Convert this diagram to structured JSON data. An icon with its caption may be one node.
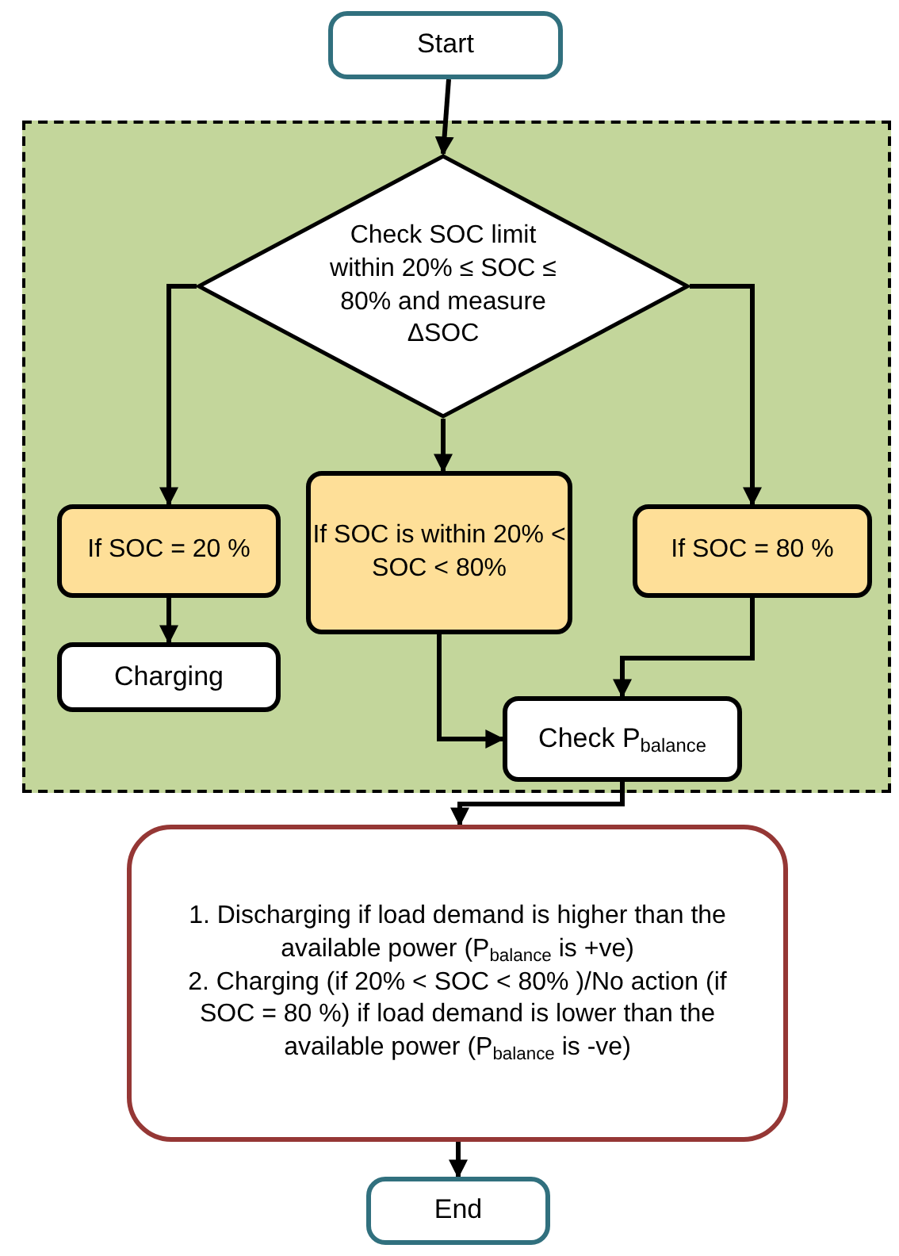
{
  "diagram": {
    "nodes": [
      {
        "text": [
          "Start"
        ]
      },
      {
        "text": [],
        "shape": "box"
      },
      {
        "text": [
          "Check SOC limit within 20% ≤  SOC ≤  80% and measure ΔSOC"
        ],
        "in": 1
      },
      {
        "text": [
          "If SOC = 20 %"
        ],
        "in": 1
      },
      {
        "text": [
          "If SOC is within 20% < SOC < 80%"
        ],
        "in": 1
      },
      {
        "text": [
          "If SOC =  80 %"
        ],
        "in": 1
      },
      {
        "text": [
          "Charging"
        ],
        "in": 1
      },
      {
        "text": [
          "Check P$_{balance}$"
        ],
        "in": 1
      },
      {
        "text": [
          "1. Discharging if load demand is higher than the available power (P$_{balance}$ is +ve)",
          "2. Charging (if 20% < SOC < 80% )/No action (if SOC =  80 %) if load demand is lower than the available power (P$_{balance}$ is -ve)"
        ]
      },
      {
        "text": [
          "End"
        ]
      }
    ],
    "edges": [
      {
        "from": 0,
        "to": 2,
        "arrow": "to"
      },
      {
        "from": 2,
        "to": 3,
        "arrow": "to"
      },
      {
        "from": 2,
        "to": 4,
        "arrow": "to"
      },
      {
        "from": 2,
        "to": 5,
        "arrow": "to"
      },
      {
        "from": 3,
        "to": 6,
        "arrow": "to"
      },
      {
        "from": 4,
        "to": 7,
        "arrow": "to"
      },
      {
        "from": 5,
        "to": 7,
        "arrow": "to"
      },
      {
        "from": 7,
        "to": 8,
        "arrow": "to"
      },
      {
        "from": 8,
        "to": 9,
        "arrow": "to"
      }
    ]
  }
}
